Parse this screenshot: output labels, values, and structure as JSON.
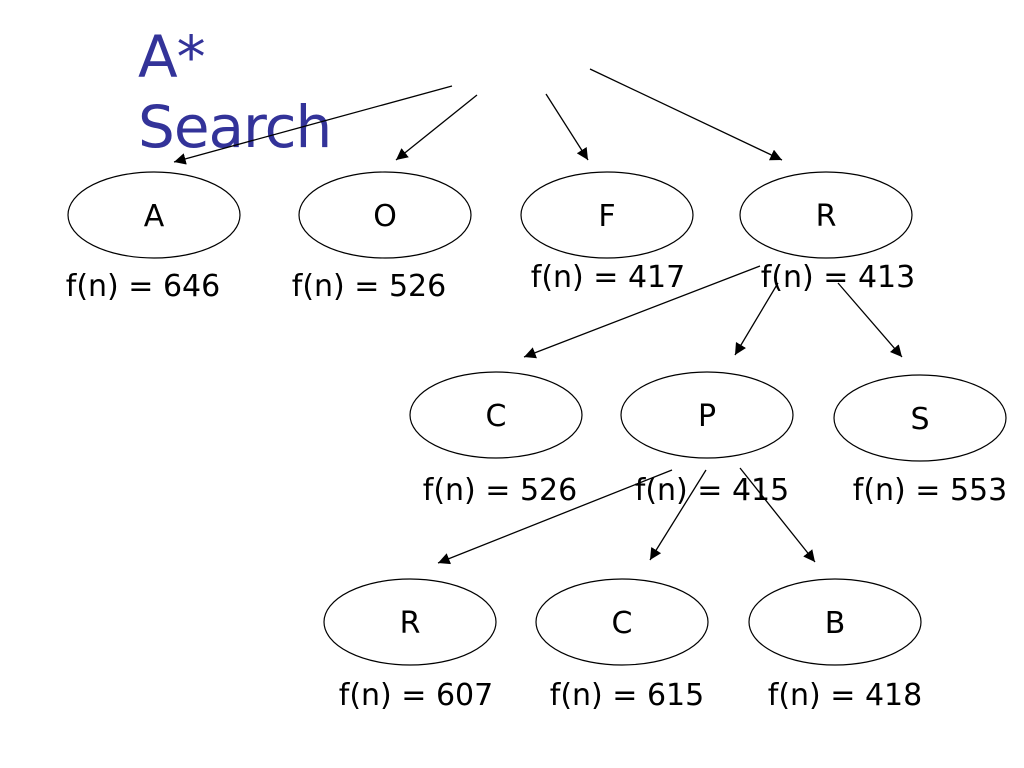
{
  "slide": {
    "title_line1": "A*",
    "title_line2": "Search",
    "title_color": "#333399"
  },
  "diagram": {
    "nodes": [
      {
        "id": "A",
        "label": "A",
        "f": "f(n) = 646"
      },
      {
        "id": "O",
        "label": "O",
        "f": "f(n) = 526"
      },
      {
        "id": "F",
        "label": "F",
        "f": "f(n) = 417"
      },
      {
        "id": "R",
        "label": "R",
        "f": "f(n) = 413"
      },
      {
        "id": "C1",
        "label": "C",
        "f": "f(n) = 526"
      },
      {
        "id": "P",
        "label": "P",
        "f": "f(n) = 415"
      },
      {
        "id": "S",
        "label": "S",
        "f": "f(n) = 553"
      },
      {
        "id": "R2",
        "label": "R",
        "f": "f(n) = 607"
      },
      {
        "id": "C2",
        "label": "C",
        "f": "f(n) = 615"
      },
      {
        "id": "B",
        "label": "B",
        "f": "f(n) = 418"
      }
    ],
    "edges": [
      {
        "from": "root",
        "to": "A"
      },
      {
        "from": "root",
        "to": "O"
      },
      {
        "from": "root",
        "to": "F"
      },
      {
        "from": "root",
        "to": "R"
      },
      {
        "from": "R",
        "to": "C1"
      },
      {
        "from": "R",
        "to": "P"
      },
      {
        "from": "R",
        "to": "S"
      },
      {
        "from": "P",
        "to": "R2"
      },
      {
        "from": "P",
        "to": "C2"
      },
      {
        "from": "P",
        "to": "B"
      }
    ]
  }
}
